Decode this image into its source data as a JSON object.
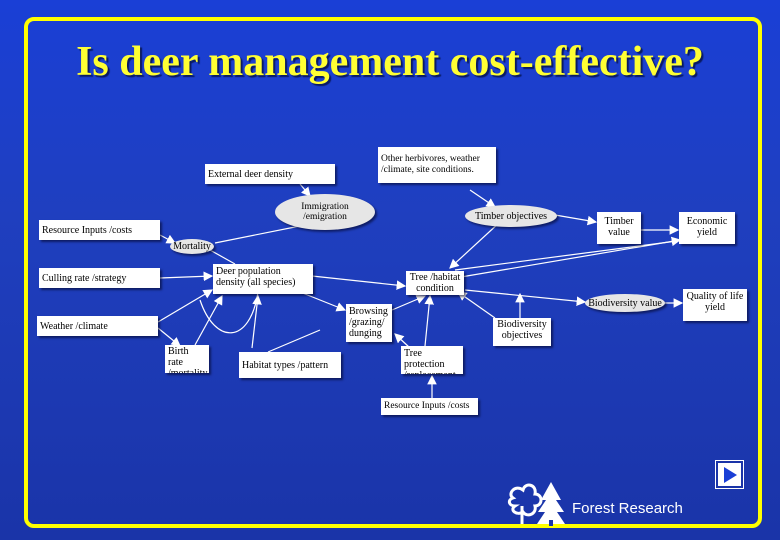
{
  "slide": {
    "title": "Is deer management cost-effective?",
    "brand": "Forest Research"
  },
  "nodes": {
    "other_herbivores": "Other herbivores, weather /climate, site conditions.",
    "external_deer_density": "External deer density",
    "immigration": "Immigration /emigration",
    "timber_objectives": "Timber objectives",
    "timber_value": "Timber value",
    "economic_yield": "Economic yield",
    "resource_inputs_top": "Resource Inputs /costs",
    "mortality": "Mortality",
    "culling_rate": "Culling rate /strategy",
    "deer_population": "Deer population density (all species)",
    "tree_habitat": "Tree /habitat condition",
    "biodiversity_value": "Biodiversity value",
    "quality_of_life": "Quality of life yield",
    "browsing": "Browsing /grazing/ dunging",
    "weather_climate": "Weather /climate",
    "biodiversity_objectives": "Biodiversity objectives",
    "birth_rate": "Birth rate /mortality",
    "habitat_types": "Habitat types /pattern",
    "tree_protection": "Tree protection /replacement",
    "resource_inputs_bottom": "Resource Inputs /costs"
  },
  "colors": {
    "background": "#1a3fd6",
    "frame": "#ffff00",
    "title": "#ffff33",
    "node": "#ffffff",
    "link": "#ffffff"
  },
  "icons": {
    "logo": "tree-logo-icon",
    "next": "play-triangle-icon"
  }
}
